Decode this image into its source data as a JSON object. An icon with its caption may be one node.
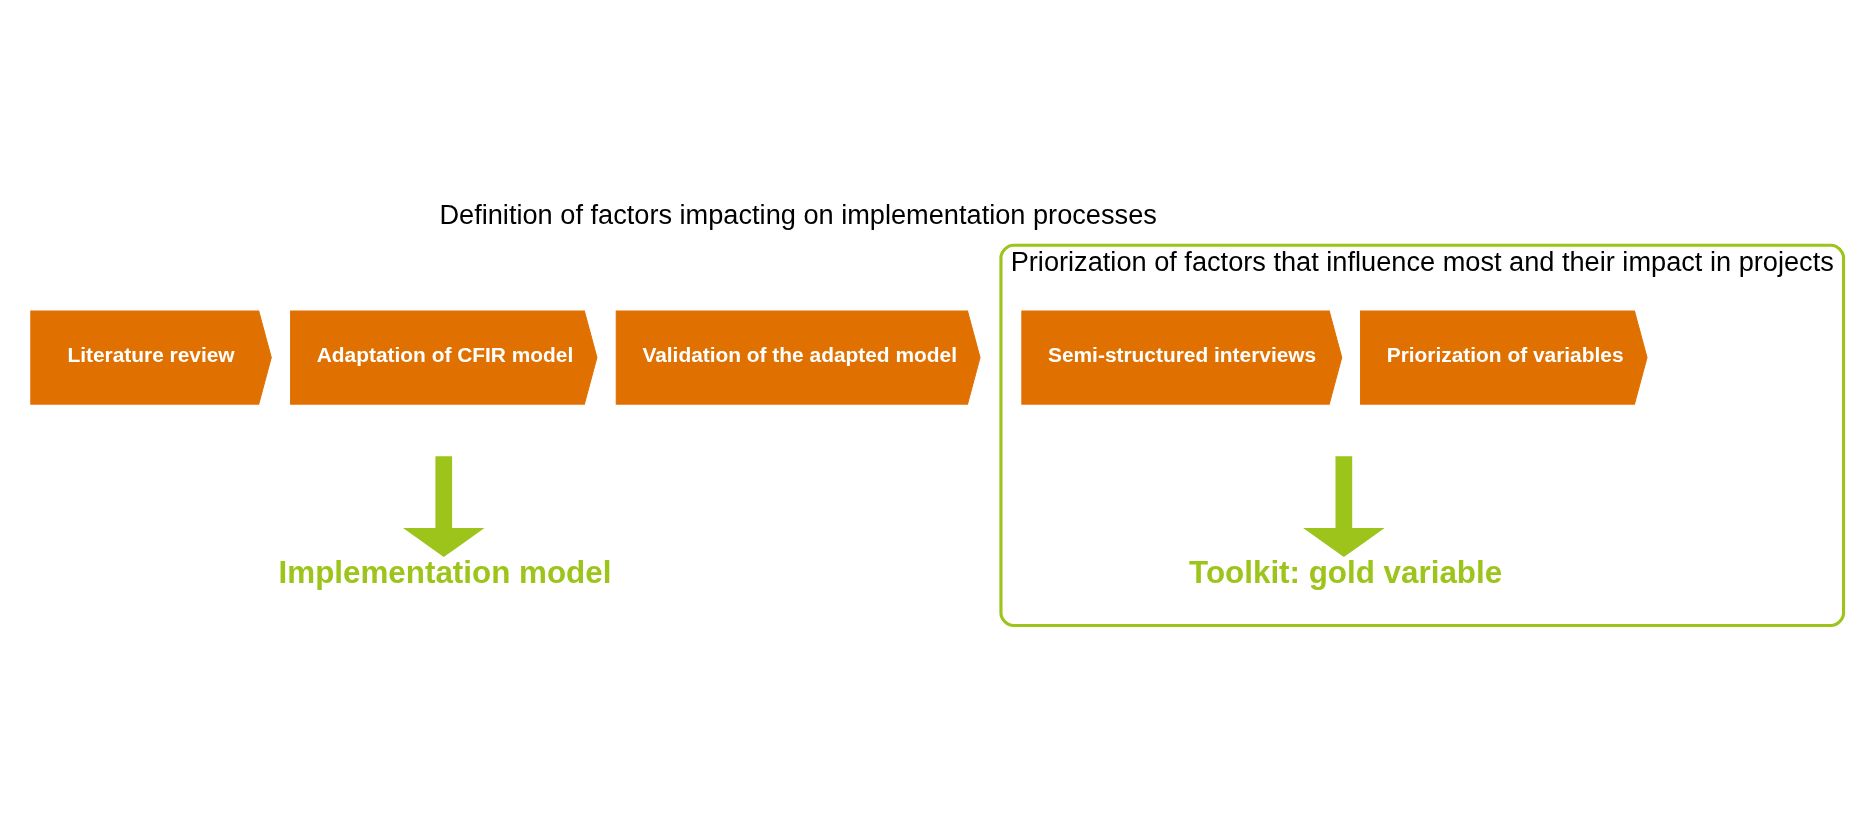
{
  "diagram": {
    "nodes": [
      {
        "text": [
          "Literature review"
        ]
      },
      {
        "text": [
          "Adaptation of CFIR model"
        ]
      },
      {
        "text": [
          "Validation of the adapted model"
        ]
      },
      {
        "text": [
          "Priorization of factors that influence most and their impact in projects"
        ]
      },
      {
        "text": [
          "Semi-structured interviews"
        ],
        "in": 3
      },
      {
        "text": [
          "Priorization of variables"
        ],
        "in": 3
      },
      {
        "text": [
          "Implementation model"
        ]
      },
      {
        "text": [
          "Toolkit: gold variable"
        ],
        "in": 3
      }
    ],
    "edges": [
      {
        "from": null,
        "to": 6,
        "arrow": "to",
        "color": "#9dc41a"
      },
      {
        "from": null,
        "to": 7,
        "arrow": "to",
        "color": "#9dc41a"
      }
    ],
    "labels": [
      "Definition of factors impacting on implementation processes"
    ]
  }
}
